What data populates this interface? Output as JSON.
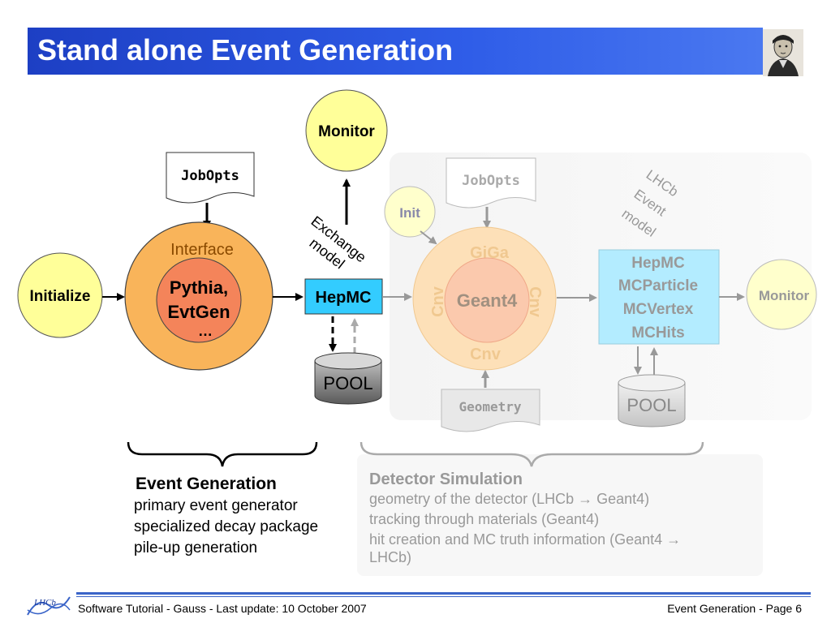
{
  "header": {
    "title": "Stand alone Event Generation"
  },
  "colors": {
    "title_bar": "#2f5de8",
    "interface_circle": "#f9b45a",
    "generator_circle": "#f4845a",
    "hepmc_box": "#33ccff",
    "monitor_circle": "#ffff99",
    "pool_cylinder": "#808080"
  },
  "diagram": {
    "monitor_top": "Monitor",
    "jobopts_left": "JobOpts",
    "exchange_model": [
      "Exchange",
      "model"
    ],
    "initialize": "Initialize",
    "interface": "Interface",
    "generators": [
      "Pythia,",
      "EvtGen"
    ],
    "ellipsis": "…",
    "hepmc": "HepMC",
    "pool_left": "POOL",
    "init": "Init",
    "jobopts_right": "JobOpts",
    "lhcb_event_model": [
      "LHCb",
      "Event",
      "model"
    ],
    "giga": "GiGa",
    "cnv_left": "Cnv",
    "geant4": "Geant4",
    "cnv_right": "Cnv",
    "cnv_bottom": "Cnv",
    "geometry": "Geometry",
    "mc_box": [
      "HepMC",
      "MCParticle",
      "MCVertex",
      "MCHits"
    ],
    "pool_right": "POOL",
    "monitor_right": "Monitor"
  },
  "event_generation": {
    "heading": "Event Generation",
    "items": [
      "primary event generator",
      "specialized decay package",
      "pile-up generation"
    ]
  },
  "detector_simulation": {
    "heading": "Detector Simulation",
    "items": [
      "geometry of the detector (LHCb → Geant4)",
      "tracking through materials (Geant4)",
      "hit creation and MC truth information (Geant4 →",
      "LHCb)"
    ]
  },
  "footer": {
    "left": "Software Tutorial - Gauss - Last update: 10 October 2007",
    "right": "Event Generation - Page 6"
  }
}
